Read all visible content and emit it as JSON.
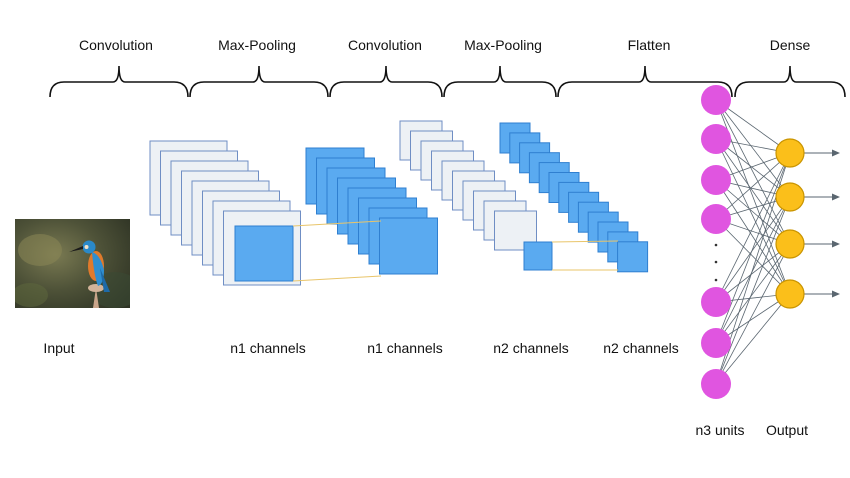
{
  "stages": [
    {
      "id": "conv1",
      "label": "Convolution"
    },
    {
      "id": "pool1",
      "label": "Max-Pooling"
    },
    {
      "id": "conv2",
      "label": "Convolution"
    },
    {
      "id": "pool2",
      "label": "Max-Pooling"
    },
    {
      "id": "flatten",
      "label": "Flatten"
    },
    {
      "id": "dense",
      "label": "Dense"
    }
  ],
  "bottom_labels": {
    "input": "Input",
    "conv1_channels": "n1 channels",
    "pool1_channels": "n1 channels",
    "conv2_channels": "n2 channels",
    "pool2_channels": "n2 channels",
    "dense_units": "n3 units",
    "output": "Output"
  },
  "colors": {
    "light_map_fill": "#edf1f5",
    "light_map_stroke": "#6f8ec4",
    "blue_map_fill": "#5aaaf0",
    "blue_map_stroke": "#2f7fd0",
    "dense_node": "#e055e0",
    "output_node": "#fbbf1a",
    "output_node_stroke": "#c99400",
    "edge": "#5a6670",
    "projection_line": "#e9c56a",
    "brace": "#111111"
  },
  "network": {
    "dense_nodes_upper": 4,
    "dense_nodes_lower": 3,
    "output_nodes": 4
  },
  "icons": {
    "input_image": "kingfisher-bird-photo"
  }
}
